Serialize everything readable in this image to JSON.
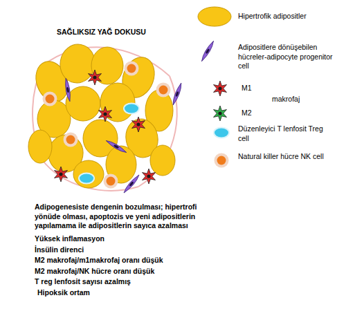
{
  "diagram": {
    "title": "SAĞLIKSIZ YAĞ DOKUSU",
    "labels": [
      "makrofaj",
      "Adipogenesiste dengenin bozulması; hipertrofi yönüde olması, apoptozis ve yeni adipositlerin yapılamama ile adipositlerin sayıca azalması",
      "Yüksek inflamasyon",
      "İnsülin direnci",
      "M2 makrofaj/m1makrofaj oranı düşük",
      "M2 makrofaj/NK hücre oranı düşük",
      "T reg lenfosit sayısı azalmış",
      "Hipoksik ortam"
    ],
    "legend": [
      {
        "text": "Hipertrofik adipositler"
      },
      {
        "text": "Adipositlere dönüşebilen hücreler-adipocyte progenitor cell"
      },
      {
        "text": "M1"
      },
      {
        "text": "M2"
      },
      {
        "text": "Düzenleyici T lenfosit Treg cell"
      },
      {
        "text": "Natural killer hücre NK cell"
      }
    ]
  }
}
